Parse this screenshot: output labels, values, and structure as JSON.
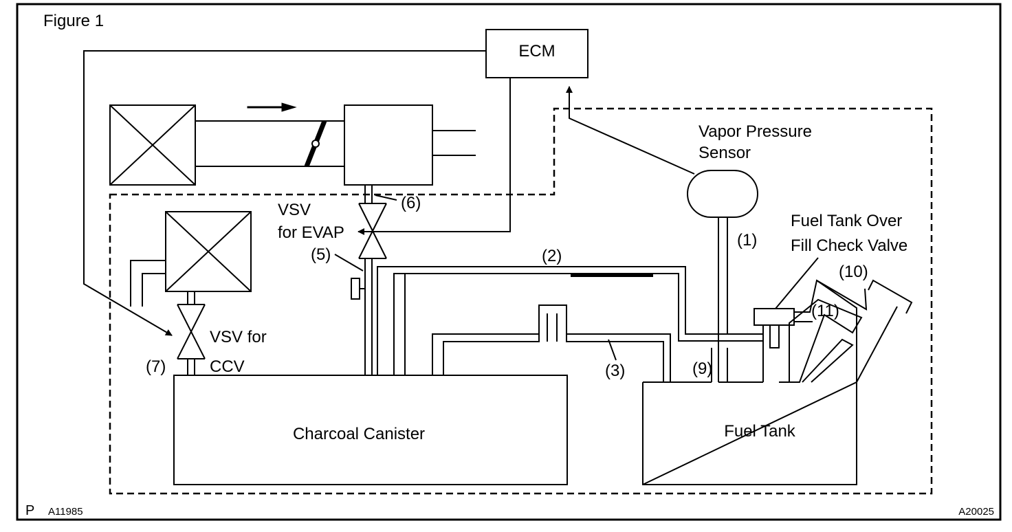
{
  "figure": {
    "title": "Figure 1",
    "corner_left_marker": "P",
    "code_left": "A11985",
    "code_right": "A20025"
  },
  "components": {
    "ecm": "ECM",
    "vapor_sensor_line1": "Vapor Pressure",
    "vapor_sensor_line2": "Sensor",
    "fuel_tank_over_line1": "Fuel Tank Over",
    "fuel_tank_over_line2": "Fill Check Valve",
    "vsv_evap_line1": "VSV",
    "vsv_evap_line2": "for EVAP",
    "vsv_ccv_line1": "VSV for",
    "vsv_ccv_line2": "CCV",
    "charcoal_canister": "Charcoal Canister",
    "fuel_tank": "Fuel Tank"
  },
  "callouts": {
    "c1": "(1)",
    "c2": "(2)",
    "c3": "(3)",
    "c5": "(5)",
    "c6": "(6)",
    "c7": "(7)",
    "c9": "(9)",
    "c10": "(10)",
    "c11": "(11)"
  }
}
